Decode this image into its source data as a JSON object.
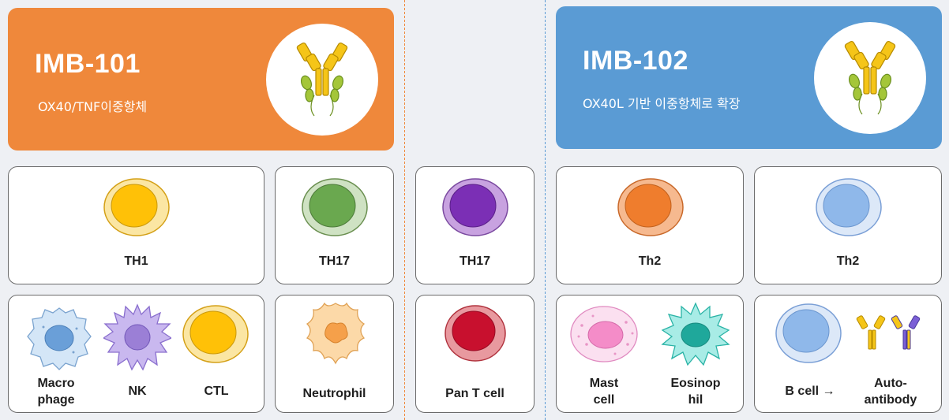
{
  "imb101": {
    "title": "IMB-101",
    "subtitle": "OX40/TNF이중항체"
  },
  "imb102": {
    "title": "IMB-102",
    "subtitle": "OX40L 기반 이중항체로 확장"
  },
  "cards": {
    "th1": "TH1",
    "th17_left": "TH17",
    "th17_mid": "TH17",
    "th2_a": "Th2",
    "th2_b": "Th2",
    "macrophage": "Macro\nphage",
    "nk": "NK",
    "ctl": "CTL",
    "neutrophil": "Neutrophil",
    "pan_t": "Pan T cell",
    "mast": "Mast\ncell",
    "eosinophil": "Eosinop\nhil",
    "bcell": "B cell →",
    "autoantibody": "Auto-\nantibody"
  },
  "colors": {
    "imb101": "#ef883b",
    "imb102": "#5a9bd4",
    "th1": "#ffc107",
    "th17_left": "#6aa84f",
    "th17_mid": "#7b2fb5",
    "th2_a": "#ef7d2d",
    "th2_b": "#8fb8ea",
    "pan_t": "#c8102e"
  }
}
